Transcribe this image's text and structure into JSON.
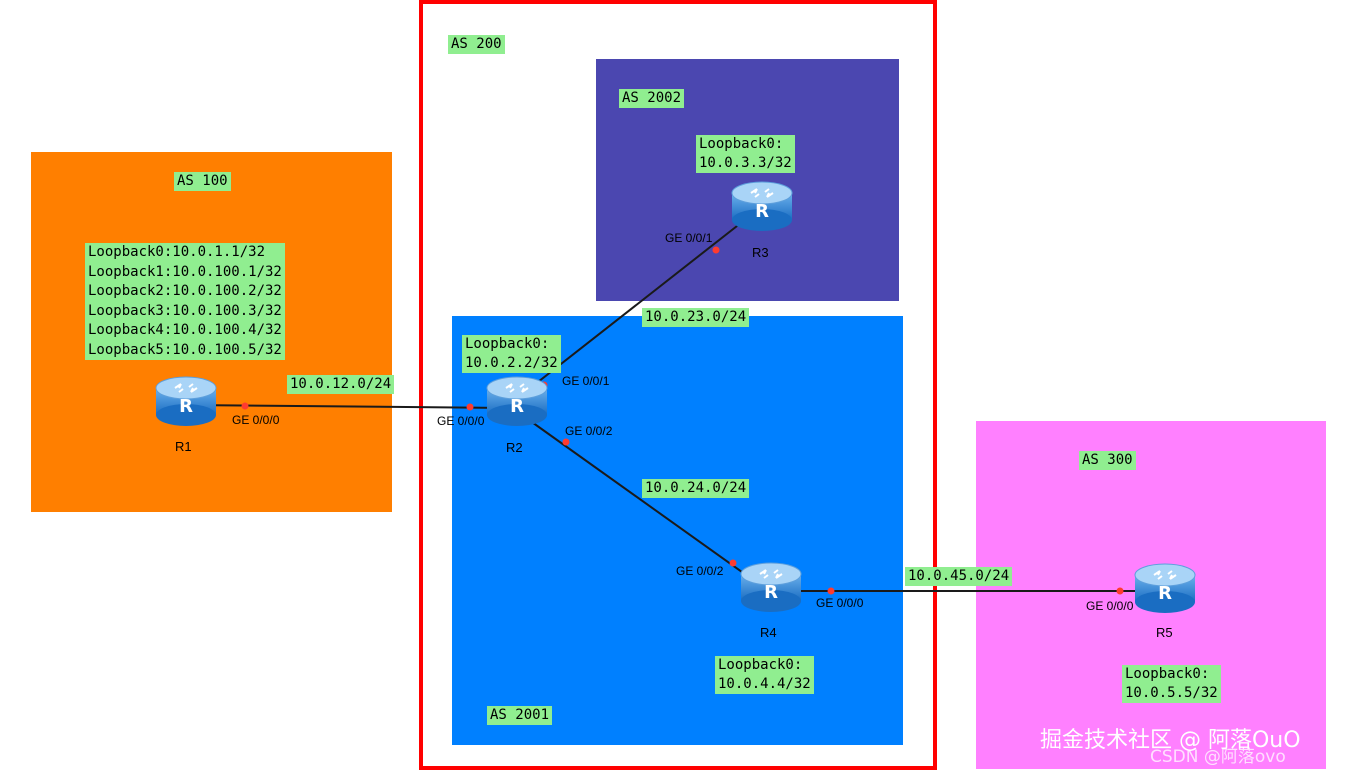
{
  "colors": {
    "as100": "#ff7f00",
    "as200_border": "#ff0000",
    "as2002": "#4b47b0",
    "as2001": "#0080ff",
    "as300": "#ff80ff",
    "label_bg": "#90ee90",
    "link": "#1a1a1a",
    "port_dot": "#ff3b30"
  },
  "as": {
    "as100": "AS 100",
    "as200": "AS 200",
    "as2002": "AS 2002",
    "as2001": "AS 2001",
    "as300": "AS 300"
  },
  "routers": {
    "r1": {
      "name": "R1",
      "icon": "router-icon"
    },
    "r2": {
      "name": "R2",
      "icon": "router-icon"
    },
    "r3": {
      "name": "R3",
      "icon": "router-icon"
    },
    "r4": {
      "name": "R4",
      "icon": "router-icon"
    },
    "r5": {
      "name": "R5",
      "icon": "router-icon"
    }
  },
  "loopbacks": {
    "r1": "Loopback0:10.0.1.1/32\nLoopback1:10.0.100.1/32\nLoopback2:10.0.100.2/32\nLoopback3:10.0.100.3/32\nLoopback4:10.0.100.4/32\nLoopback5:10.0.100.5/32",
    "r2": "Loopback0:\n10.0.2.2/32",
    "r3": "Loopback0:\n10.0.3.3/32",
    "r4": "Loopback0:\n10.0.4.4/32",
    "r5": "Loopback0:\n10.0.5.5/32"
  },
  "subnets": {
    "r1_r2": "10.0.12.0/24",
    "r2_r3": "10.0.23.0/24",
    "r2_r4": "10.0.24.0/24",
    "r4_r5": "10.0.45.0/24"
  },
  "interfaces": {
    "r1_g000": "GE 0/0/0",
    "r2_g000": "GE 0/0/0",
    "r2_g001": "GE 0/0/1",
    "r2_g002": "GE 0/0/2",
    "r3_g001": "GE 0/0/1",
    "r4_g002": "GE 0/0/2",
    "r4_g000": "GE 0/0/0",
    "r5_g000": "GE 0/0/0"
  },
  "watermark": {
    "main": "掘金技术社区 @ 阿落OuO",
    "secondary": "CSDN @阿落ovo"
  }
}
